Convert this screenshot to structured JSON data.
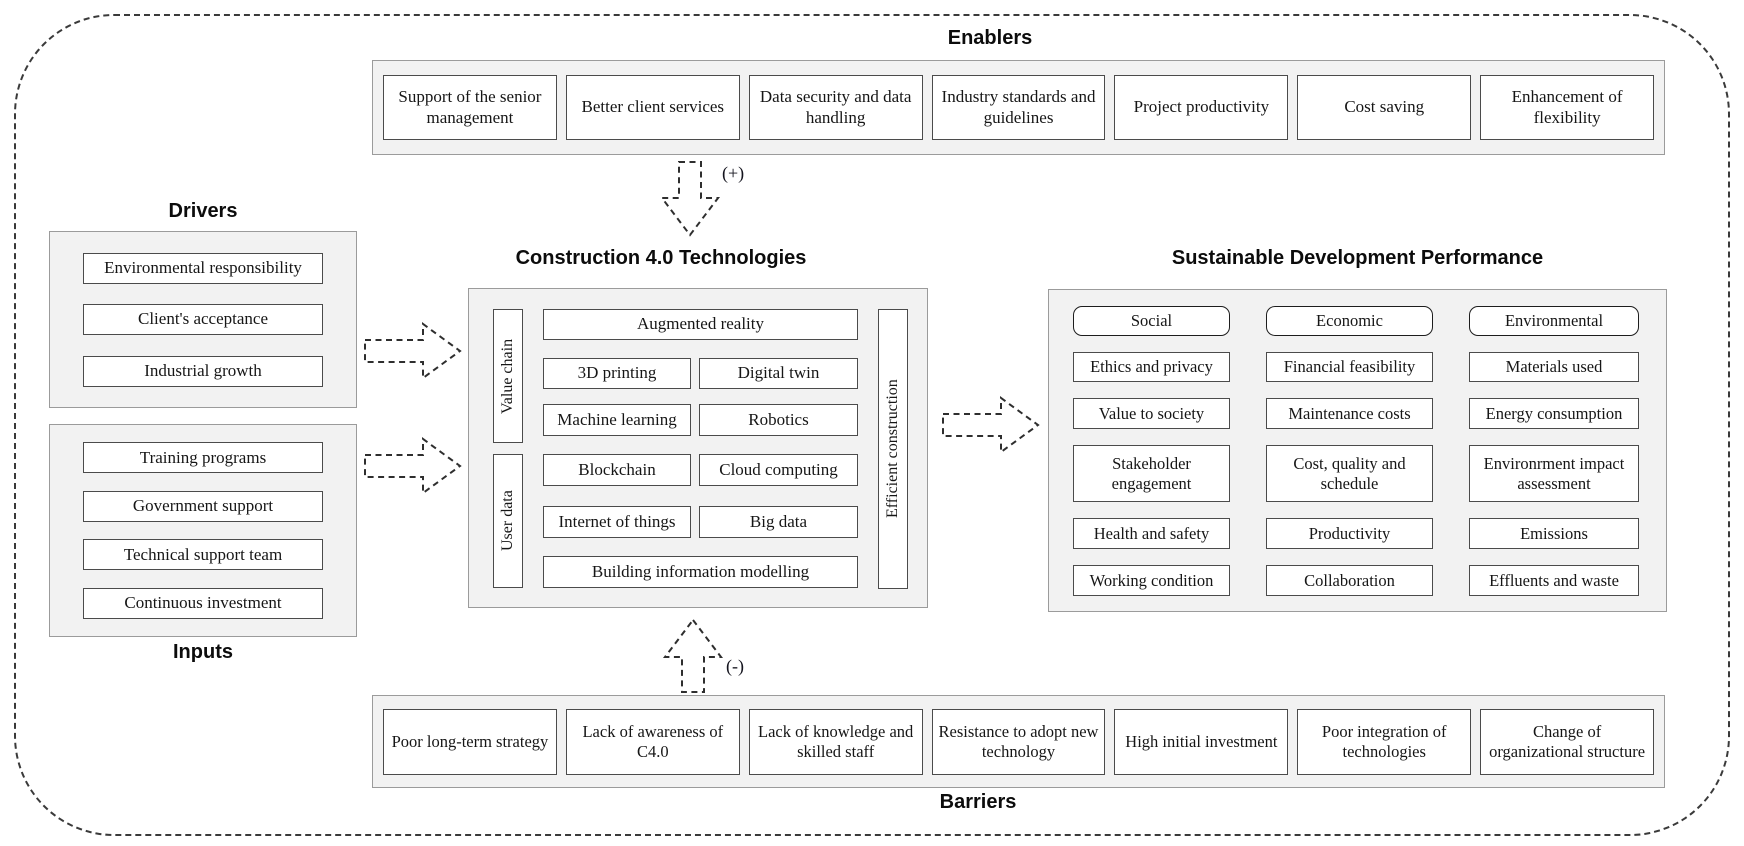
{
  "enablers": {
    "title": "Enablers",
    "items": [
      "Support of the senior management",
      "Better client services",
      "Data security and data handling",
      "Industry standards and guidelines",
      "Project productivity",
      "Cost saving",
      "Enhancement of flexibility"
    ]
  },
  "drivers": {
    "title": "Drivers",
    "items": [
      "Environmental responsibility",
      "Client's acceptance",
      "Industrial growth"
    ]
  },
  "inputs": {
    "title": "Inputs",
    "items": [
      "Training programs",
      "Government support",
      "Technical support team",
      "Continuous investment"
    ]
  },
  "center": {
    "title": "Construction 4.0 Technologies",
    "left_labels": [
      "Value chain",
      "User data"
    ],
    "right_label": "Efficient construction",
    "tech": [
      "Augmented reality",
      "3D printing",
      "Digital twin",
      "Machine learning",
      "Robotics",
      "Blockchain",
      "Cloud computing",
      "Internet of things",
      "Big data",
      "Building information modelling"
    ]
  },
  "sdp": {
    "title": "Sustainable Development Performance",
    "columns": [
      {
        "header": "Social",
        "items": [
          "Ethics and privacy",
          "Value to society",
          "Stakeholder engagement",
          "Health and safety",
          "Working condition"
        ]
      },
      {
        "header": "Economic",
        "items": [
          "Financial feasibility",
          "Maintenance costs",
          "Cost, quality and schedule",
          "Productivity",
          "Collaboration"
        ]
      },
      {
        "header": "Environmental",
        "items": [
          "Materials used",
          "Energy consumption",
          "Environrment impact assessment",
          "Emissions",
          "Effluents and waste"
        ]
      }
    ]
  },
  "barriers": {
    "title": "Barriers",
    "items": [
      "Poor long-term strategy",
      "Lack of awareness of C4.0",
      "Lack of knowledge and skilled staff",
      "Resistance to adopt new technology",
      "High initial investment",
      "Poor integration of technologies",
      "Change of organizational structure"
    ]
  },
  "arrows": {
    "plus_label": "(+)",
    "minus_label": "(-)"
  },
  "colors": {
    "panel_bg": "#f2f2f2",
    "panel_border": "#9b9b9b",
    "box_border": "#4b4b4b",
    "dash": "#2e2e2e",
    "text": "#161616"
  }
}
